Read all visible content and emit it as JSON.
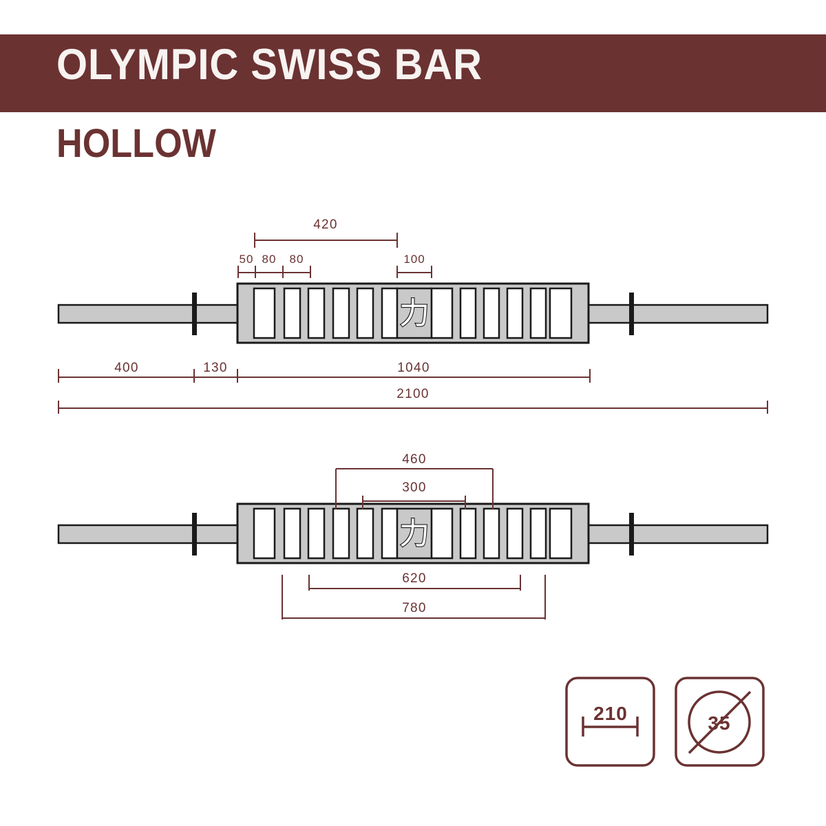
{
  "header": {
    "title": "OLYMPIC SWISS BAR",
    "subtitle": "HOLLOW",
    "bar_color": "#6b3232",
    "title_color": "#f7f3f1"
  },
  "theme": {
    "accent": "#6b3232",
    "metal_fill": "#c9c9c9",
    "outline": "#1a1a1a",
    "background": "#ffffff"
  },
  "diagram_top": {
    "name": "top-view-drawing",
    "kanji": "力",
    "dimensions_above": [
      {
        "label": "420",
        "note": "handle-span-outer"
      },
      {
        "label": "50",
        "note": "end-margin"
      },
      {
        "label": "80",
        "note": "handle-pitch-1"
      },
      {
        "label": "80",
        "note": "handle-pitch-2"
      },
      {
        "label": "100",
        "note": "center-grip-width"
      }
    ],
    "dimensions_below": [
      {
        "label": "400",
        "note": "sleeve-length"
      },
      {
        "label": "130",
        "note": "collar-to-body"
      },
      {
        "label": "1040",
        "note": "body-length"
      },
      {
        "label": "2100",
        "note": "overall-length"
      }
    ]
  },
  "diagram_bottom": {
    "name": "bottom-view-drawing",
    "kanji": "力",
    "dimensions_above": [
      {
        "label": "460",
        "note": "inner-grip-span"
      },
      {
        "label": "300",
        "note": "center-grip-span"
      }
    ],
    "dimensions_below": [
      {
        "label": "620",
        "note": "mid-grip-span"
      },
      {
        "label": "780",
        "note": "outer-grip-span"
      }
    ]
  },
  "badges": [
    {
      "id": "bar-width-badge",
      "value": "210",
      "icon": "width-dimension-icon"
    },
    {
      "id": "sleeve-diameter-badge",
      "value": "35",
      "icon": "diameter-circle-icon"
    }
  ]
}
